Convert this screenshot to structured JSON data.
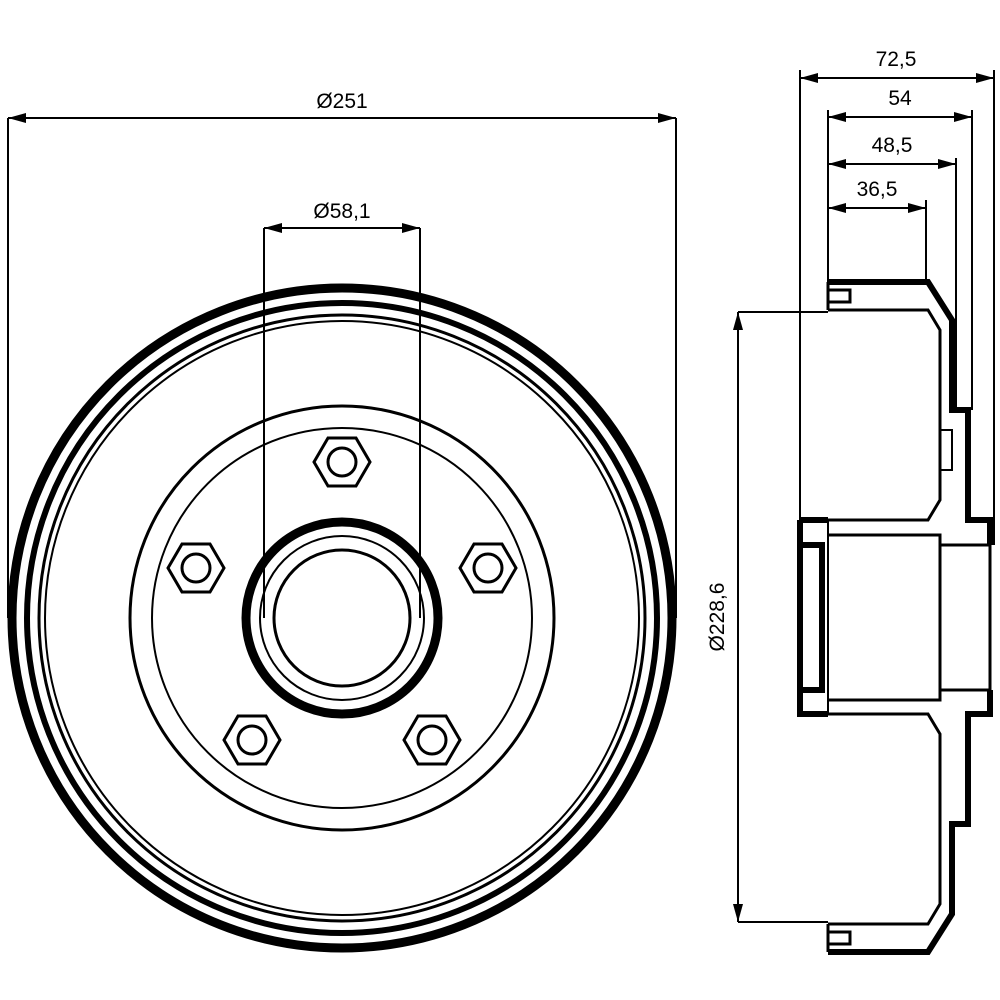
{
  "dimensions": {
    "outer_diameter": "Ø251",
    "center_bore": "Ø58,1",
    "drum_inner_diameter": "Ø228,6",
    "total_height": "72,5",
    "height_54": "54",
    "height_48_5": "48,5",
    "height_36_5": "36,5"
  },
  "colors": {
    "line": "#000000",
    "background": "#ffffff"
  }
}
